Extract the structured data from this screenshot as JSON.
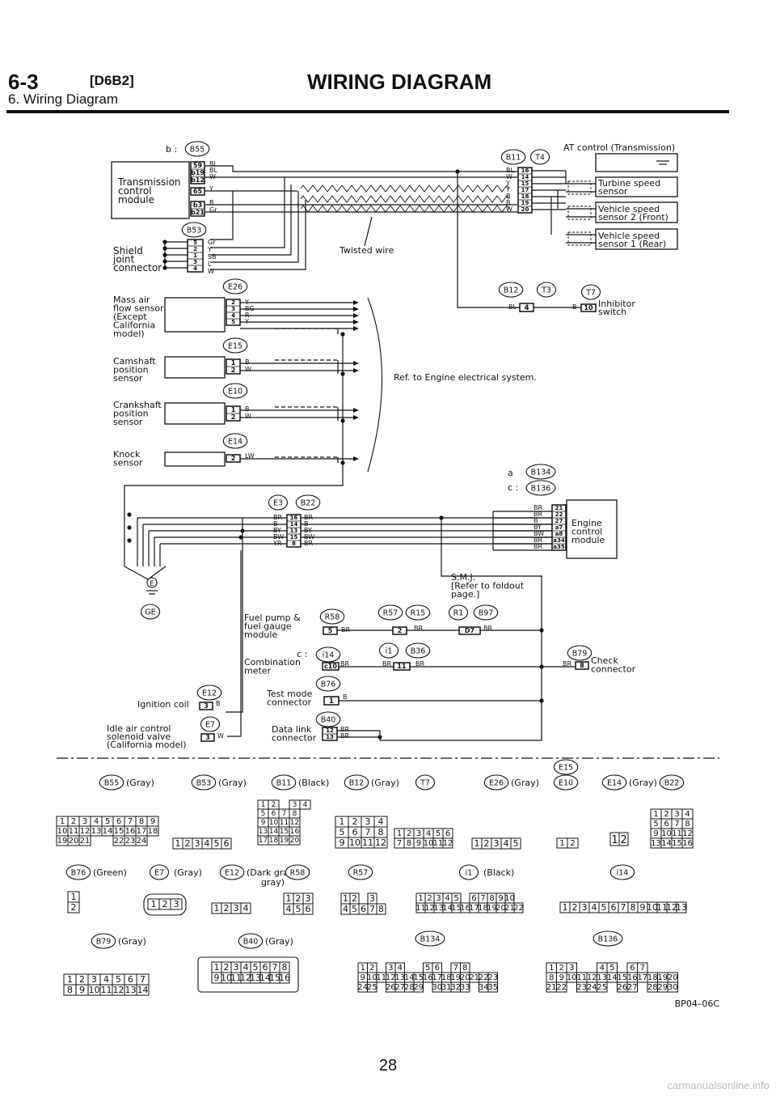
{
  "header": {
    "section": "6-3",
    "code": "[D6B2]",
    "title": "WIRING DIAGRAM",
    "subtitle": "6. Wiring Diagram"
  },
  "footer": {
    "page_number": "28",
    "watermark": "carmanualsonline.info",
    "figure_code": "BP04–06C"
  },
  "diagram": {
    "components": {
      "tcm": [
        "Transmission",
        "control",
        "module"
      ],
      "shield": [
        "Shield",
        "joint",
        "connector"
      ],
      "maf": [
        "Mass air",
        "flow sensor",
        "(Except",
        "California",
        "model)"
      ],
      "cam": [
        "Camshaft",
        "position",
        "sensor"
      ],
      "crank": [
        "Crankshaft",
        "position",
        "sensor"
      ],
      "knock": [
        "Knock",
        "sensor"
      ],
      "turbine": [
        "Turbine speed",
        "sensor"
      ],
      "vss2": [
        "Vehicle speed",
        "sensor 2 (Front)"
      ],
      "vss1": [
        "Vehicle speed",
        "sensor 1 (Rear)"
      ],
      "inhibitor": [
        "Inhibitor",
        "switch"
      ],
      "ecm": [
        "Engine",
        "control",
        "module"
      ],
      "fuelpump": [
        "Fuel pump &",
        "fuel gauge",
        "module"
      ],
      "combo": [
        "Combination",
        "meter"
      ],
      "testmode": [
        "Test mode",
        "connector"
      ],
      "datalink": [
        "Data link",
        "connector"
      ],
      "check": [
        "Check",
        "connector"
      ],
      "ignition": "Ignition coil",
      "iac": [
        "Idle air control",
        "solenoid valve",
        "(California model)"
      ],
      "smj": [
        "S.M.J.",
        "[Refer to foldout",
        "page.]"
      ]
    },
    "texts": {
      "at_control": "AT control (Transmission)",
      "twisted_wire": "Twisted wire",
      "ref_engine": "Ref. to Engine electrical system.",
      "b_prefix": "b :",
      "a_prefix": "a",
      "c_prefix": "c :",
      "c_prefix2": "c :"
    },
    "connectors": {
      "B55": "B55",
      "B53": "B53",
      "B11": "B11",
      "T4": "T4",
      "B12": "B12",
      "T3": "T3",
      "T7": "T7",
      "E26": "E26",
      "E15": "E15",
      "E10": "E10",
      "E14": "E14",
      "B134": "B134",
      "B136": "B136",
      "E3": "E3",
      "B22": "B22",
      "E": "E",
      "GE": "GE",
      "R58": "R58",
      "R57": "R57",
      "R15": "R15",
      "R1": "R1",
      "B97": "B97",
      "i14": "i14",
      "i1": "i1",
      "B36": "B36",
      "B79": "B79",
      "B76": "B76",
      "B40": "B40",
      "E12": "E12",
      "E7": "E7"
    },
    "pins": {
      "tcm": [
        "59",
        "b19",
        "b12",
        "65",
        "b3",
        "b21"
      ],
      "tcm_wires": [
        "BL",
        "BL",
        "W",
        "Y",
        "B",
        "Gr"
      ],
      "shield": [
        "5",
        "2",
        "1",
        "3",
        "4"
      ],
      "shield_wires": [
        "Gr",
        "Y",
        "SB",
        "L",
        "W"
      ],
      "b11": [
        "16",
        "14",
        "15",
        "17",
        "18",
        "19",
        "20"
      ],
      "b11_wires": [
        "BL",
        "W",
        "Y",
        "Y",
        "B",
        "B",
        "W"
      ],
      "maf": [
        "2",
        "3",
        "4",
        "5"
      ],
      "maf_wires": [
        "Y",
        "BG",
        "R",
        "Y"
      ],
      "cam": [
        "1",
        "2"
      ],
      "cam_wires": [
        "B",
        "W"
      ],
      "crank": [
        "1",
        "2"
      ],
      "crank_wires": [
        "B",
        "W"
      ],
      "knock": [
        "2"
      ],
      "knock_wire": "LW",
      "b12_pin": "4",
      "b12_wire": "BL",
      "t7_pin": "10",
      "t7_wire": "B",
      "e3": [
        "16",
        "14",
        "13",
        "15",
        "8"
      ],
      "e3_wires_l": [
        "BR",
        "B",
        "BY",
        "BW",
        "YR"
      ],
      "e3_wires_r": [
        "BR",
        "B",
        "BY",
        "BW",
        "BR"
      ],
      "ecm": [
        "21",
        "22",
        "27",
        "a7",
        "a8",
        "a34",
        "a35"
      ],
      "ecm_wires": [
        "BR",
        "BR",
        "B",
        "BY",
        "BW",
        "BR",
        "BR"
      ],
      "r58_pin": "5",
      "r57_pin": "2",
      "b97_pin": "D7",
      "i14_pin": "c10",
      "i1_pin": "11",
      "b79_pin": "8",
      "b76_pin": "1",
      "b40_pins": [
        "12",
        "13"
      ],
      "e12_pin": "3",
      "e7_pin": "3",
      "br": "BR",
      "b": "B",
      "w": "W"
    },
    "legend": {
      "row1": [
        {
          "id": "B55",
          "color": "(Gray)"
        },
        {
          "id": "B53",
          "color": "(Gray)"
        },
        {
          "id": "B11",
          "color": "(Black)"
        },
        {
          "id": "B12",
          "color": "(Gray)"
        },
        {
          "id": "T7",
          "color": ""
        },
        {
          "id": "E26",
          "color": "(Gray)"
        },
        {
          "id": "E15",
          "color": ""
        },
        {
          "id": "E10",
          "color": ""
        },
        {
          "id": "E14",
          "color": "(Gray)"
        },
        {
          "id": "B22",
          "color": ""
        }
      ],
      "row2": [
        {
          "id": "B76",
          "color": "(Green)"
        },
        {
          "id": "E7",
          "color": "(Gray)"
        },
        {
          "id": "E12",
          "color": "(Dark gray)"
        },
        {
          "id": "R58",
          "color": ""
        },
        {
          "id": "R57",
          "color": ""
        },
        {
          "id": "i1",
          "color": "(Black)"
        },
        {
          "id": "i14",
          "color": ""
        }
      ],
      "row3": [
        {
          "id": "B79",
          "color": "(Gray)"
        },
        {
          "id": "B40",
          "color": "(Gray)"
        },
        {
          "id": "B134",
          "color": ""
        },
        {
          "id": "B136",
          "color": ""
        }
      ]
    },
    "faces": {
      "b55": [
        [
          "1",
          "2",
          "3",
          "4",
          "5",
          "6",
          "7",
          "8",
          "9"
        ],
        [
          "10",
          "11",
          "12",
          "13",
          "14",
          "15",
          "16",
          "17",
          "18"
        ],
        [
          "19",
          "20",
          "21",
          "",
          "",
          "22",
          "23",
          "24",
          ""
        ]
      ],
      "b53": [
        [
          "1",
          "2",
          "3",
          "4",
          "5",
          "6"
        ]
      ],
      "b11": [
        [
          "1",
          "2",
          "",
          "3",
          "4"
        ],
        [
          "5",
          "6",
          "7",
          "8"
        ],
        [
          "9",
          "10",
          "11",
          "12"
        ],
        [
          "13",
          "14",
          "15",
          "16"
        ],
        [
          "17",
          "18",
          "19",
          "20"
        ]
      ],
      "b12": [
        [
          "1",
          "2",
          "3",
          "4"
        ],
        [
          "5",
          "6",
          "7",
          "8"
        ],
        [
          "9",
          "10",
          "11",
          "12"
        ]
      ],
      "t7": [
        [
          "1",
          "2",
          "3",
          "4",
          "5",
          "6"
        ],
        [
          "7",
          "8",
          "9",
          "10",
          "11",
          "12"
        ]
      ],
      "e26": [
        [
          "1",
          "2",
          "3",
          "4",
          "5"
        ]
      ],
      "e15": [
        [
          "1",
          "2"
        ]
      ],
      "e14": [
        [
          "1",
          "2"
        ]
      ],
      "b22": [
        [
          "1",
          "2",
          "3",
          "4"
        ],
        [
          "5",
          "6",
          "7",
          "8"
        ],
        [
          "9",
          "10",
          "11",
          "12"
        ],
        [
          "13",
          "14",
          "15",
          "16"
        ]
      ],
      "b76": [
        [
          "1"
        ],
        [
          "2"
        ]
      ],
      "e7": [
        [
          "1",
          "2",
          "3"
        ]
      ],
      "e12": [
        [
          "1",
          "2",
          "3",
          "4"
        ]
      ],
      "r58": [
        [
          "1",
          "2",
          "3"
        ],
        [
          "4",
          "5",
          "6"
        ]
      ],
      "r57": [
        [
          "1",
          "2",
          "",
          "3"
        ],
        [
          "4",
          "5",
          "6",
          "7",
          "8"
        ]
      ],
      "i1": [
        [
          "1",
          "2",
          "3",
          "4",
          "5",
          "",
          "6",
          "7",
          "8",
          "9",
          "10"
        ],
        [
          "11",
          "12",
          "13",
          "14",
          "15",
          "16",
          "17",
          "18",
          "19",
          "20",
          "21",
          "22"
        ]
      ],
      "i14": [
        [
          "1",
          "2",
          "3",
          "4",
          "5",
          "6",
          "7",
          "8",
          "9",
          "10",
          "11",
          "12",
          "13"
        ]
      ],
      "b79": [
        [
          "1",
          "2",
          "3",
          "4",
          "5",
          "6",
          "7"
        ],
        [
          "8",
          "9",
          "10",
          "11",
          "12",
          "13",
          "14"
        ]
      ],
      "b40": [
        [
          "1",
          "2",
          "3",
          "4",
          "5",
          "6",
          "7",
          "8"
        ],
        [
          "9",
          "10",
          "11",
          "12",
          "13",
          "14",
          "15",
          "16"
        ]
      ],
      "b134": [
        [
          "1",
          "2",
          "",
          "3",
          "4",
          "",
          "",
          "5",
          "6",
          "",
          "7",
          "8"
        ],
        [
          "9",
          "10",
          "11",
          "12",
          "13",
          "14",
          "15",
          "16",
          "17",
          "18",
          "19",
          "20",
          "21",
          "22",
          "23"
        ],
        [
          "24",
          "25",
          "",
          "26",
          "27",
          "28",
          "29",
          "",
          "30",
          "31",
          "32",
          "33",
          "",
          "34",
          "35"
        ]
      ],
      "b136": [
        [
          "1",
          "2",
          "3",
          "",
          "",
          "4",
          "5",
          "",
          "6",
          "7"
        ],
        [
          "8",
          "9",
          "10",
          "11",
          "12",
          "13",
          "14",
          "15",
          "16",
          "17",
          "18",
          "19",
          "20"
        ],
        [
          "21",
          "22",
          "",
          "23",
          "24",
          "25",
          "",
          "26",
          "27",
          "",
          "28",
          "29",
          "30"
        ]
      ]
    }
  }
}
